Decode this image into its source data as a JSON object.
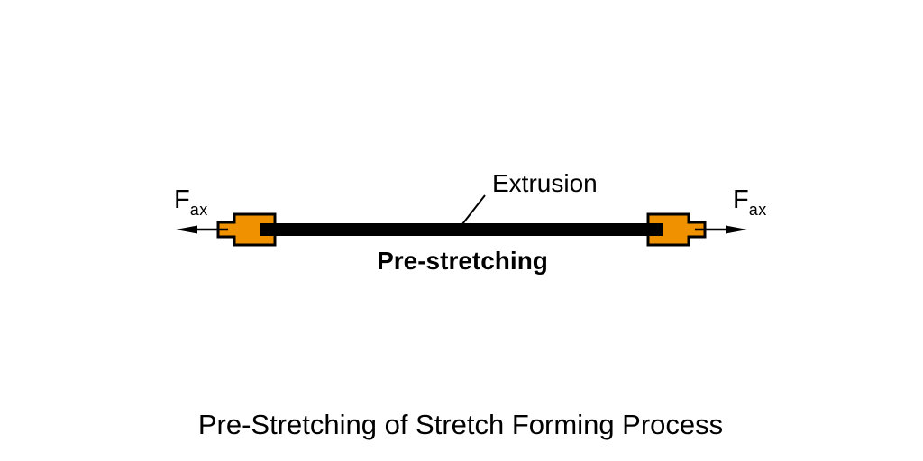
{
  "title": "Pre-Stretching of Stretch Forming Process",
  "diagram": {
    "force_label": {
      "symbol": "F",
      "subscript": "ax"
    },
    "extrusion_label": "Extrusion",
    "process_label": "Pre-stretching"
  },
  "colors": {
    "clamp_orange": "#F09200",
    "ink_black": "#000000",
    "background": "#FFFFFF"
  }
}
